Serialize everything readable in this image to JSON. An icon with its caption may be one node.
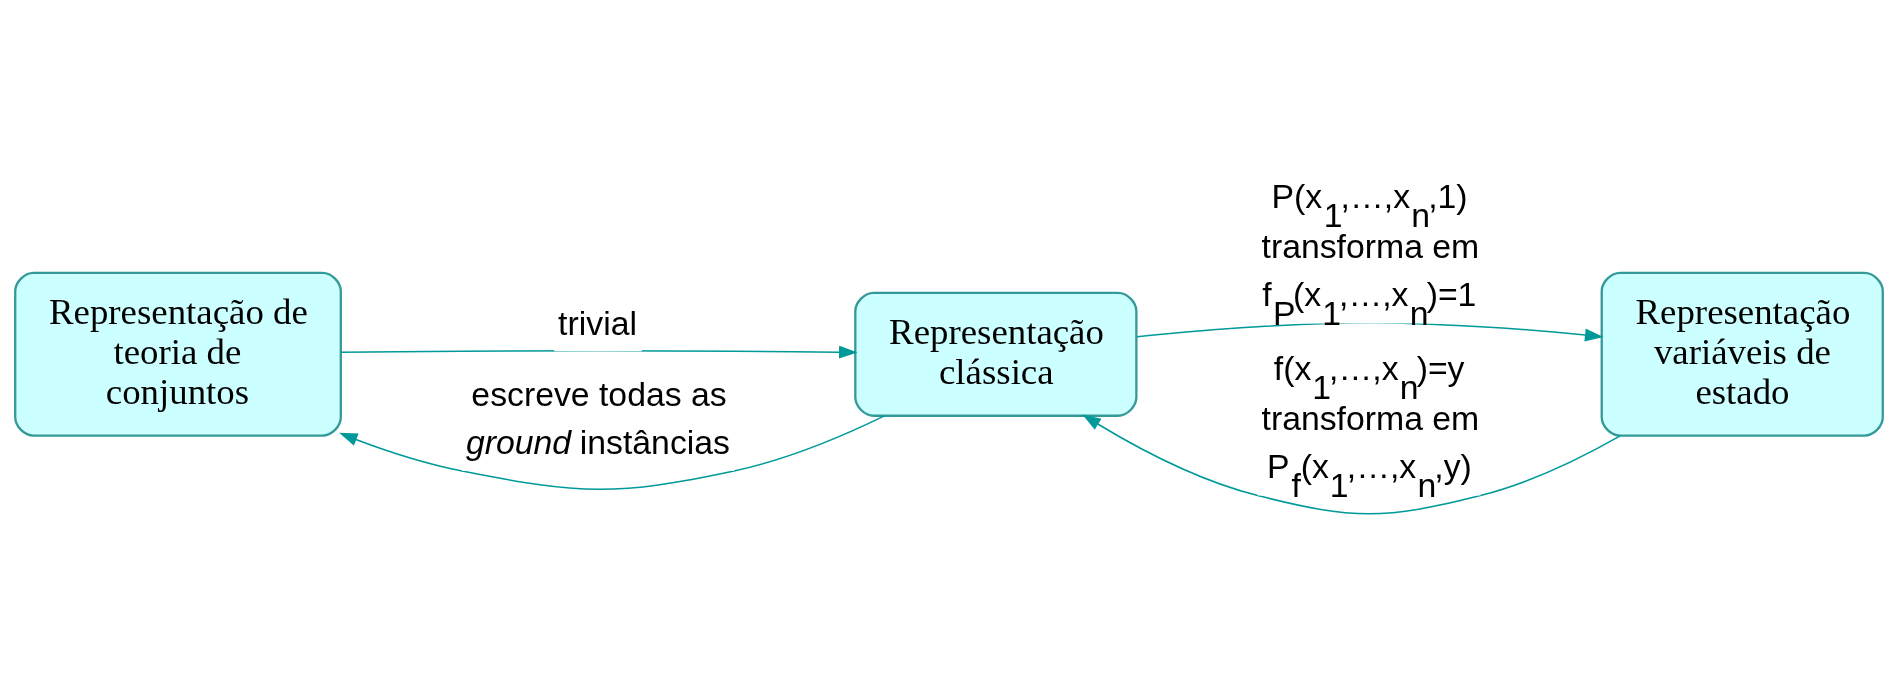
{
  "diagram": {
    "nodes": [
      {
        "text": [
          "Representação de teoria de conjuntos"
        ]
      },
      {
        "text": [
          "Representação clássica"
        ]
      },
      {
        "text": [
          "Representação variáveis de estado"
        ]
      }
    ],
    "edges": [
      {
        "from": 0,
        "to": 1,
        "arrow": "to",
        "label": "trivial"
      },
      {
        "from": 1,
        "to": 2,
        "arrow": "to",
        "label": "P(x$_{1}$,…,x$_{n}$,1) transforma em f$_{P}$(x$_{1}$,…,x$_{n}$)=1"
      },
      {
        "from": 1,
        "to": 0,
        "arrow": "to",
        "label": "escreve todas as *ground* instâncias"
      },
      {
        "from": 2,
        "to": 1,
        "arrow": "to",
        "label": "f(x$_{1}$,…,x$_{n}$)=y transforma em P$_{f}$(x$_{1}$,…,x$_{n}$,y)"
      }
    ]
  }
}
